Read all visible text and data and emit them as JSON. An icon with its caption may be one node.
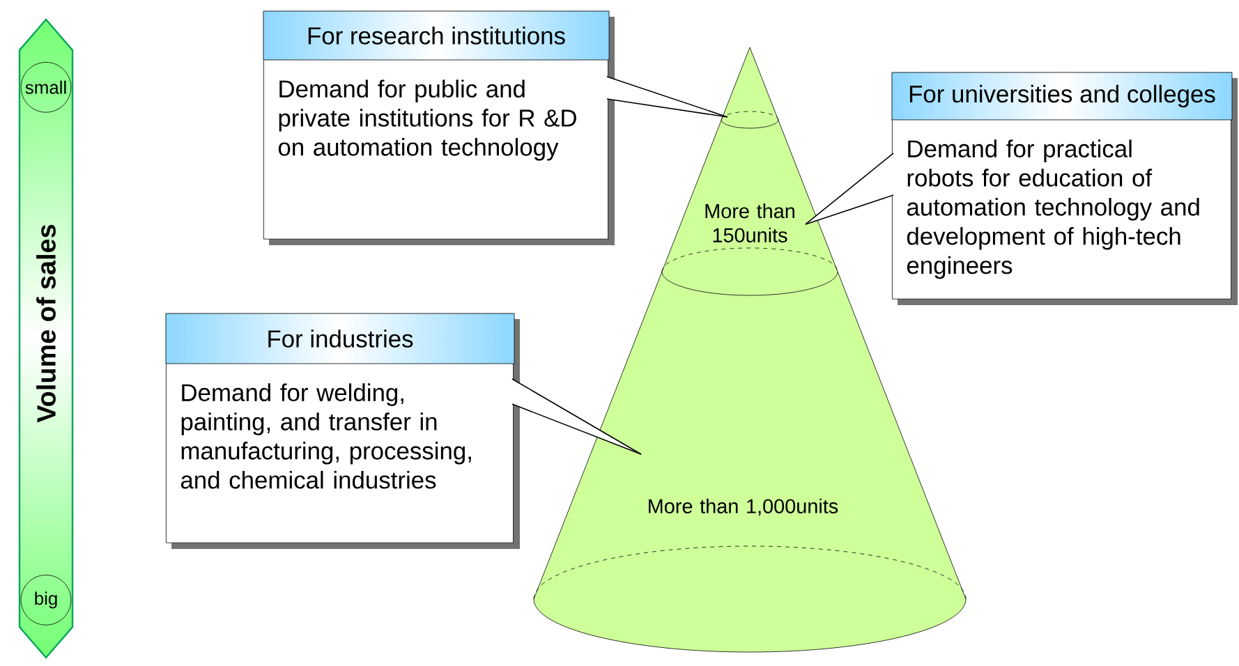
{
  "diagram": {
    "nodes": [
      {
        "text": [
          "Volume of sales"
        ]
      },
      {
        "text": [
          "small"
        ],
        "in": 0
      },
      {
        "text": [
          "big"
        ],
        "in": 0
      },
      {
        "text": [
          "For research institutions",
          "Demand for public and private institutions for R &D on automation technology"
        ]
      },
      {
        "text": [],
        "shape": "cone"
      },
      {
        "text": [
          "More than 150units"
        ]
      },
      {
        "text": [
          "For universities and colleges",
          "Demand for practical robots for education of automation technology and development of high-tech engineers"
        ]
      },
      {
        "text": [
          "For industries",
          "Demand for welding, painting, and transfer in manufacturing, processing, and chemical industries"
        ]
      },
      {
        "text": [
          "More than 1,000units"
        ]
      }
    ],
    "edges": [
      {
        "from": 3,
        "to": 4,
        "arrow": "none"
      },
      {
        "from": 6,
        "to": 5,
        "arrow": "none"
      },
      {
        "from": 7,
        "to": 8,
        "arrow": "none"
      }
    ]
  }
}
